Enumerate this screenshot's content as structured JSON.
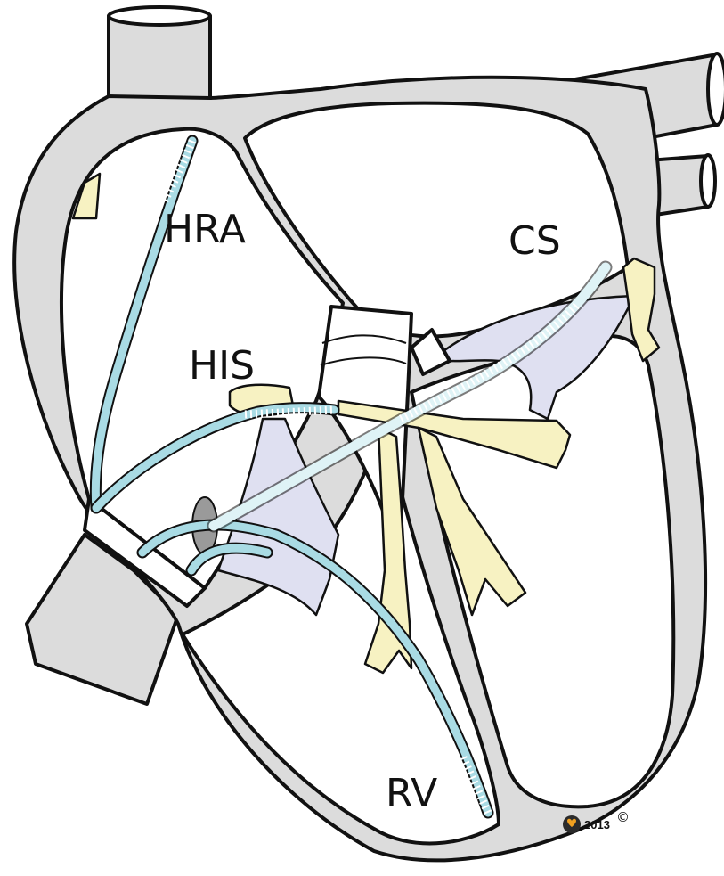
{
  "labels": {
    "hra": "HRA",
    "cs": "CS",
    "his": "HIS",
    "rv": "RV"
  },
  "copyright": {
    "year": "2013",
    "symbol": "©"
  },
  "colors": {
    "wall": "#dcdcdc",
    "catheter": "#a9dbe4",
    "valve": "#dfe0f1",
    "conduction": "#f7f2c2",
    "outline": "#111111"
  }
}
